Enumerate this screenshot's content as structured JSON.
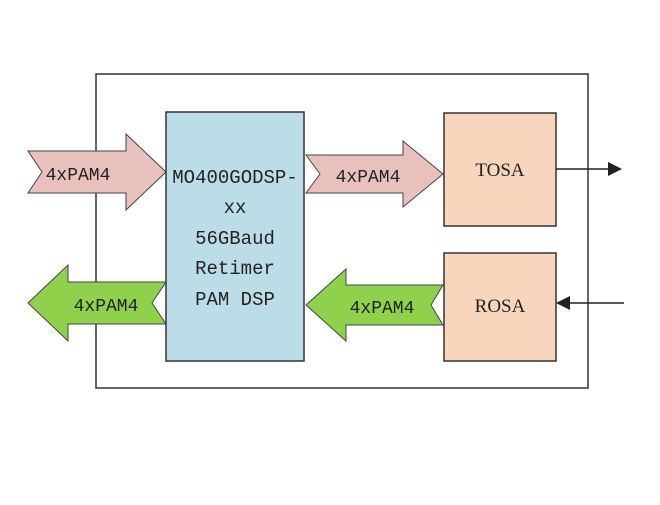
{
  "colors": {
    "frame": "#333333",
    "dsp_fill": "#bcdde8",
    "optics_fill": "#f7d6bd",
    "tx_arrow_fill": "#e8c1bd",
    "rx_arrow_fill": "#8fd14a",
    "line": "#222222"
  },
  "dsp": {
    "lines": [
      "MO400GODSP-",
      "xx",
      "56GBaud",
      "Retimer",
      "PAM DSP"
    ]
  },
  "tosa": {
    "label": "TOSA"
  },
  "rosa": {
    "label": "ROSA"
  },
  "arrows": {
    "tx_in": {
      "label": "4xPAM4"
    },
    "tx_out": {
      "label": "4xPAM4"
    },
    "rx_in": {
      "label": "4xPAM4"
    },
    "rx_out": {
      "label": "4xPAM4"
    }
  },
  "icons": {
    "tosa_output": "arrow-right-icon",
    "rosa_input": "arrow-left-icon"
  }
}
